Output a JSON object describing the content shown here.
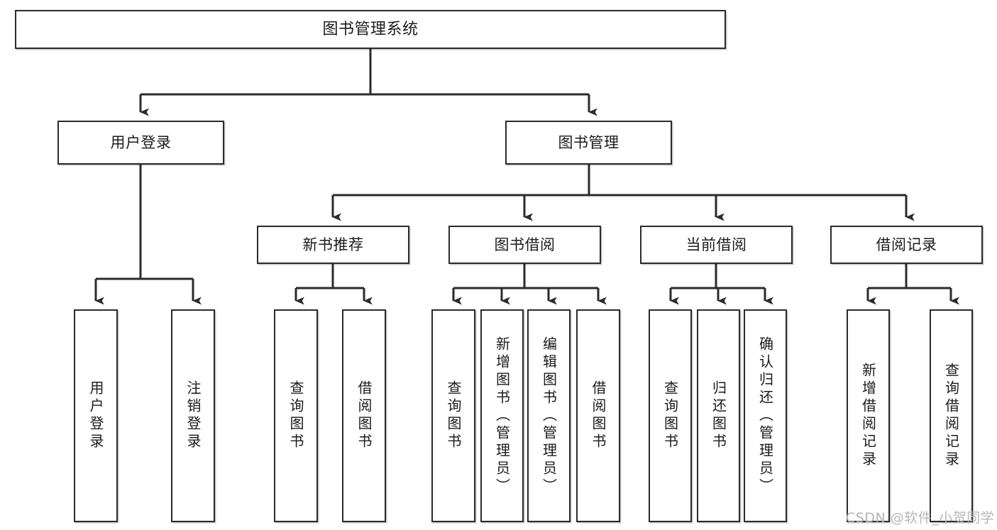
{
  "diagram": {
    "title": "图书管理系统",
    "type": "tree-hierarchy",
    "watermark": "CSDN @软件_小贺同学",
    "colors": {
      "box_border": "#2b2b2b",
      "box_fill": "#ffffff",
      "connector": "#2b2b2b",
      "text": "#1b1b1b",
      "watermark": "#b6b6b6",
      "background": "#ffffff"
    },
    "levels": {
      "root": {
        "label": "图书管理系统"
      },
      "level2": [
        {
          "id": "user-login",
          "label": "用户登录"
        },
        {
          "id": "book-manage",
          "label": "图书管理"
        }
      ],
      "level3": [
        {
          "id": "new-book-rec",
          "label": "新书推荐",
          "parent": "book-manage"
        },
        {
          "id": "book-borrow",
          "label": "图书借阅",
          "parent": "book-manage"
        },
        {
          "id": "current-borrow",
          "label": "当前借阅",
          "parent": "book-manage"
        },
        {
          "id": "borrow-record",
          "label": "借阅记录",
          "parent": "book-manage"
        }
      ],
      "leaves": [
        {
          "id": "leaf-user-login",
          "label": "用户登录",
          "parent": "user-login"
        },
        {
          "id": "leaf-logout",
          "label": "注销登录",
          "parent": "user-login"
        },
        {
          "id": "leaf-query-book-rec",
          "label": "查询图书",
          "parent": "new-book-rec"
        },
        {
          "id": "leaf-borrow-book-rec",
          "label": "借阅图书",
          "parent": "new-book-rec"
        },
        {
          "id": "leaf-query-book-borrow",
          "label": "查询图书",
          "parent": "book-borrow"
        },
        {
          "id": "leaf-add-book",
          "label": "新增图书（管理员）",
          "parent": "book-borrow"
        },
        {
          "id": "leaf-edit-book",
          "label": "编辑图书（管理员）",
          "parent": "book-borrow"
        },
        {
          "id": "leaf-borrow-book",
          "label": "借阅图书",
          "parent": "book-borrow"
        },
        {
          "id": "leaf-query-book-cur",
          "label": "查询图书",
          "parent": "current-borrow"
        },
        {
          "id": "leaf-return-book",
          "label": "归还图书",
          "parent": "current-borrow"
        },
        {
          "id": "leaf-confirm-return",
          "label": "确认归还（管理员）",
          "parent": "current-borrow"
        },
        {
          "id": "leaf-add-record",
          "label": "新增借阅记录",
          "parent": "borrow-record"
        },
        {
          "id": "leaf-query-record",
          "label": "查询借阅记录",
          "parent": "borrow-record"
        }
      ]
    }
  }
}
